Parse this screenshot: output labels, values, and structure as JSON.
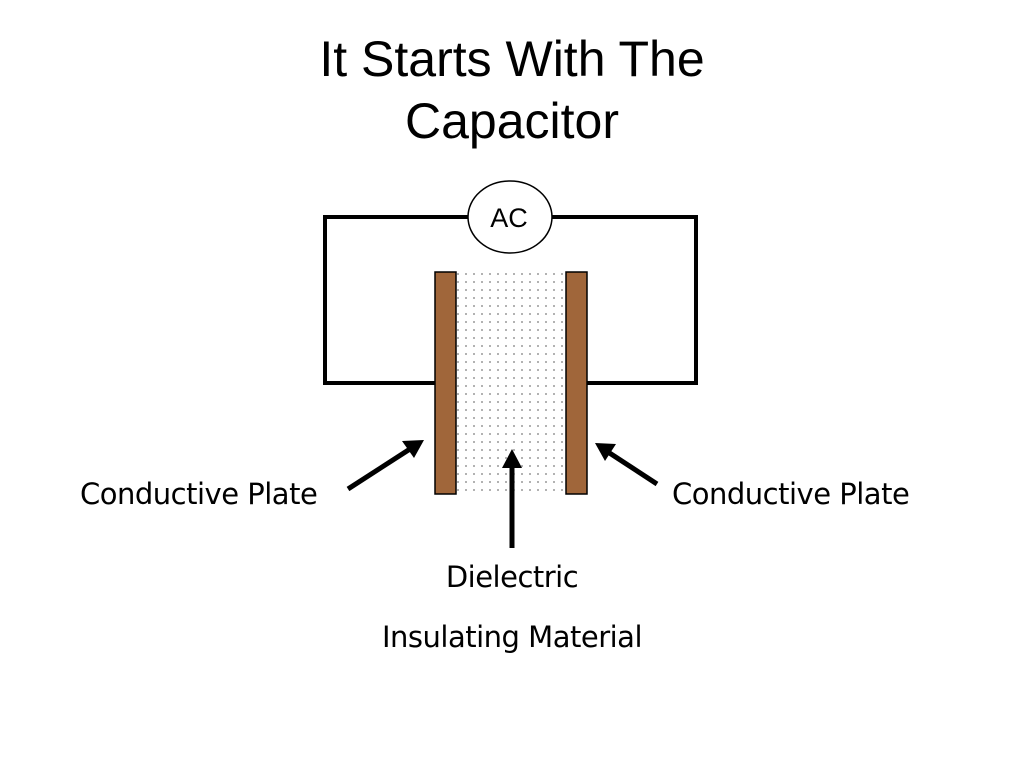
{
  "title": {
    "line1": "It Starts With The",
    "line2": "Capacitor"
  },
  "circuit": {
    "source_label": "AC"
  },
  "labels": {
    "left_plate": "Conductive Plate",
    "right_plate": "Conductive Plate",
    "dielectric": "Dielectric",
    "insulating": "Insulating Material"
  },
  "colors": {
    "plate": "#a0663a",
    "dielectric_fill": "#ffffff",
    "dielectric_dots": "#7a7a7a",
    "wire": "#000000"
  }
}
